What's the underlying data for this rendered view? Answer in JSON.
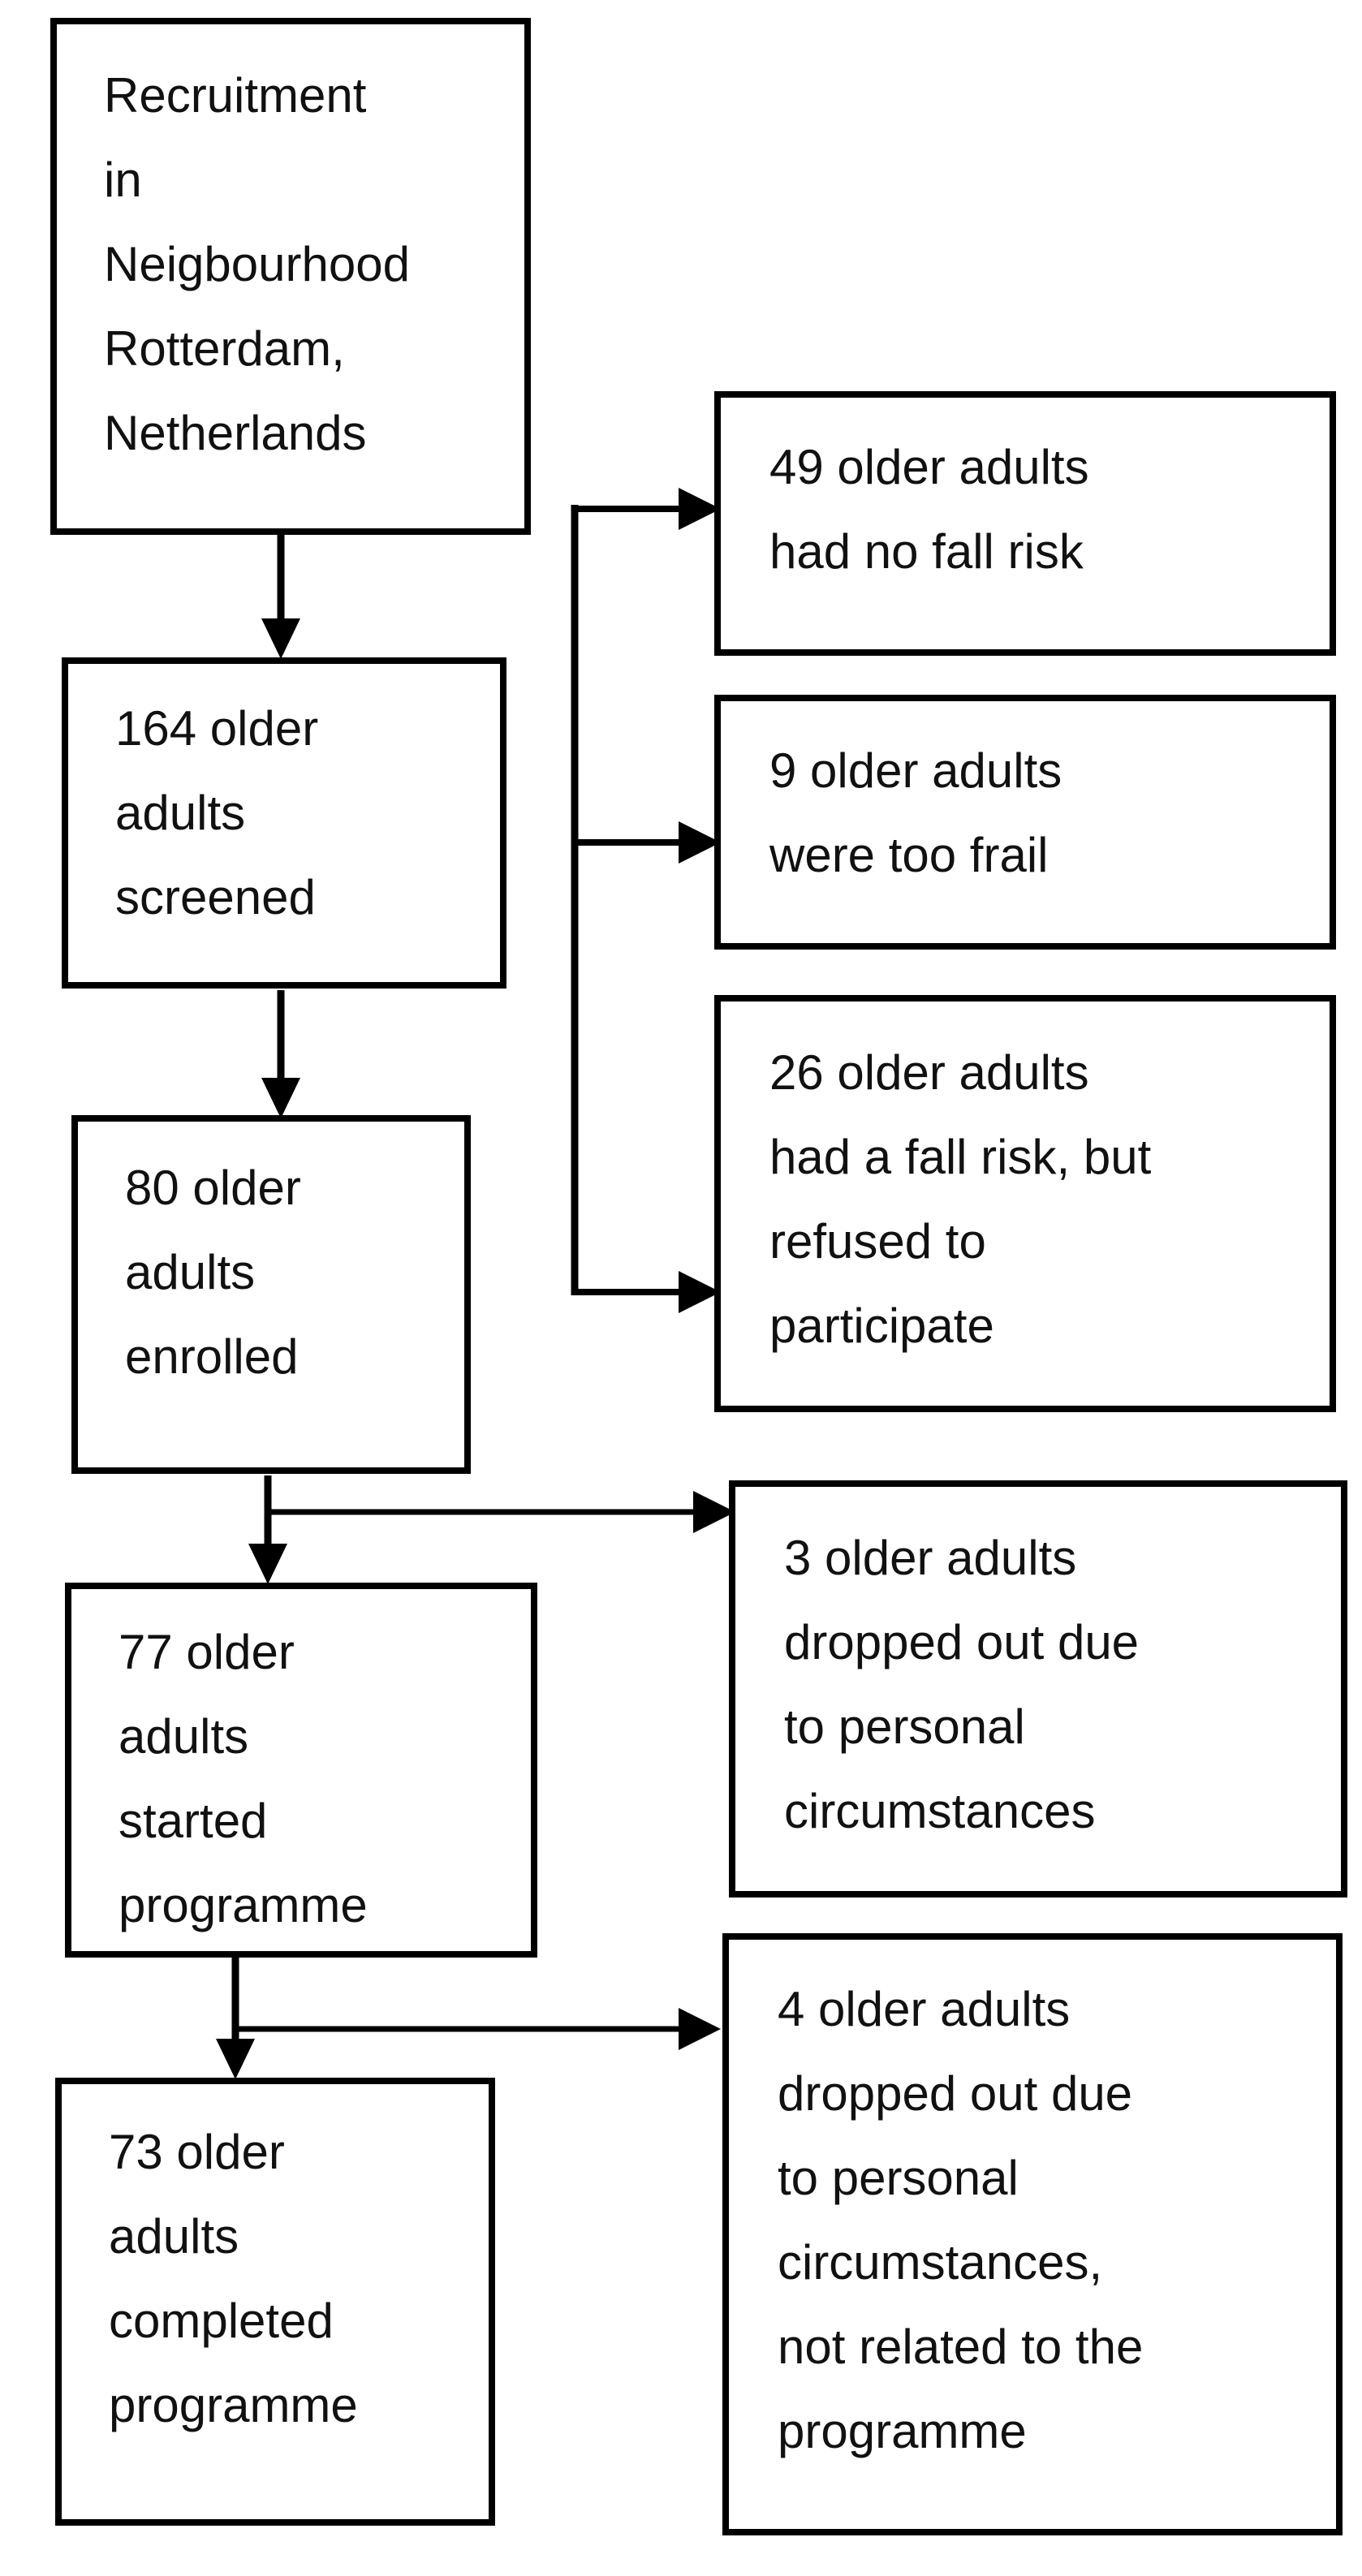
{
  "page": {
    "background_color": "#ffffff",
    "line_color": "#000000",
    "text_color": "#111111"
  },
  "flowchart": {
    "main_path": [
      {
        "id": "recruitment",
        "text": "Recruitment\nin\nNeigbourhood\nRotterdam,\nNetherlands"
      },
      {
        "id": "screened",
        "count": 164,
        "text": "164 older\nadults\nscreened"
      },
      {
        "id": "enrolled",
        "count": 80,
        "text": "80 older\nadults\nenrolled"
      },
      {
        "id": "started",
        "count": 77,
        "text": "77 older\nadults\nstarted\nprogramme"
      },
      {
        "id": "completed",
        "count": 73,
        "text": "73 older\nadults\ncompleted\nprogramme"
      }
    ],
    "branches": [
      {
        "id": "no_fall_risk",
        "from": "screened",
        "count": 49,
        "text": "49 older adults\nhad no fall risk"
      },
      {
        "id": "too_frail",
        "from": "screened",
        "count": 9,
        "text": "9 older adults\nwere too frail"
      },
      {
        "id": "refused",
        "from": "screened",
        "count": 26,
        "text": "26 older adults\nhad a fall risk, but\nrefused to\nparticipate"
      },
      {
        "id": "dropout_personal",
        "from": "enrolled",
        "count": 3,
        "text": "3 older adults\ndropped out due\nto personal\ncircumstances"
      },
      {
        "id": "dropout_unrelated",
        "from": "started",
        "count": 4,
        "text": "4 older adults\ndropped out due\nto personal\ncircumstances,\nnot related to the\nprogramme"
      }
    ]
  }
}
